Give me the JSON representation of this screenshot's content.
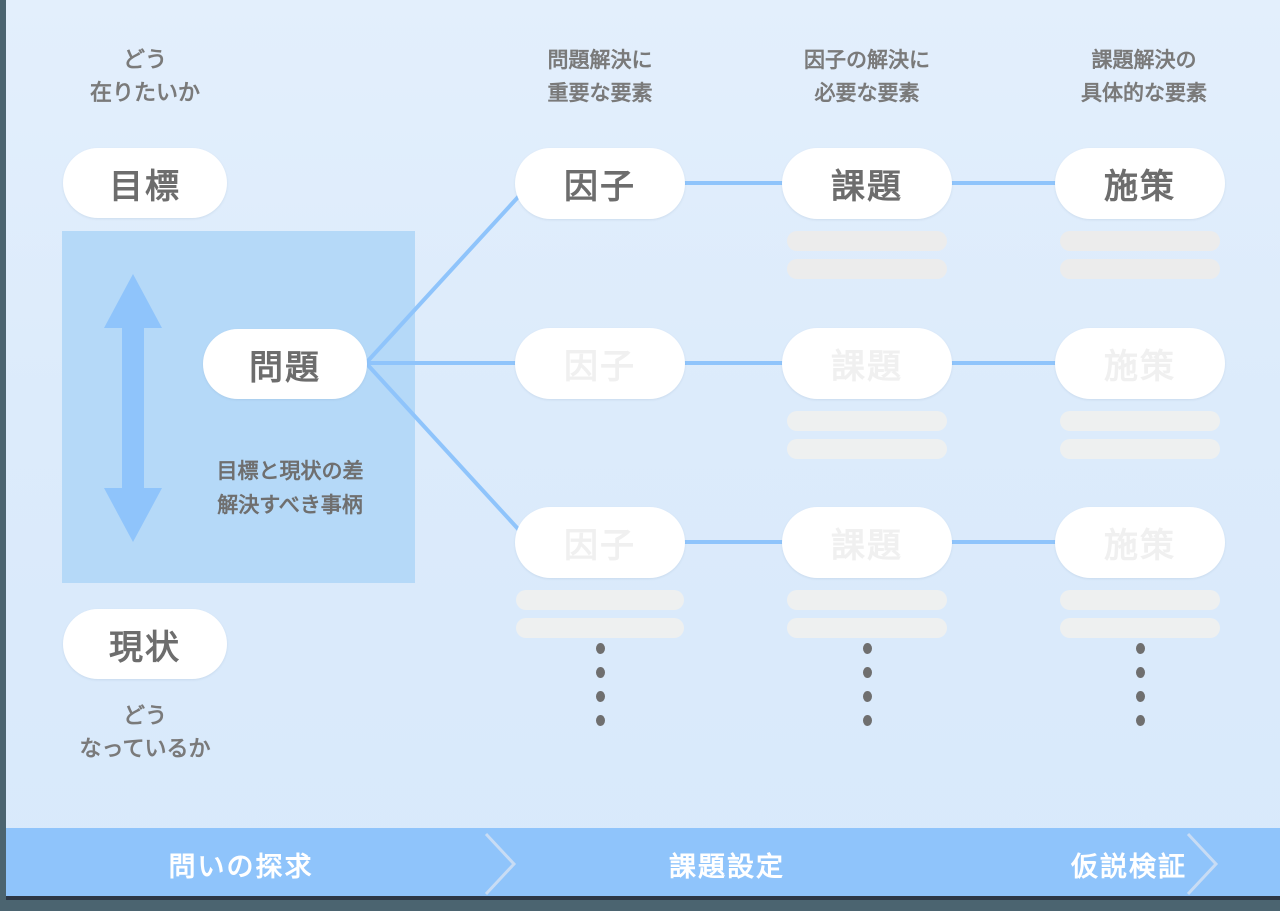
{
  "theme": {
    "background": "#dcebfb",
    "gap_box": "#b5d9f8",
    "accent_line": "#8fc4fb",
    "pill_bg": "#ffffff",
    "text_gray": "#6f6f6f",
    "caption_gray": "#7a7a7a",
    "banner_bg": "#8fc4fb",
    "banner_text": "#ffffff",
    "placeholder_bar": "#ececec",
    "frame": "#4b6470"
  },
  "left": {
    "top_caption": "どう\n在りたいか",
    "goal_label": "目標",
    "problem_label": "問題",
    "gap_caption": "目標と現状の差\n解決すべき事柄",
    "current_label": "現状",
    "bottom_caption": "どう\nなっているか"
  },
  "columns": [
    {
      "key": "factor",
      "caption": "問題解決に\n重要な要素",
      "pill_label": "因子"
    },
    {
      "key": "issue",
      "caption": "因子の解決に\n必要な要素",
      "pill_label": "課題"
    },
    {
      "key": "measure",
      "caption": "課題解決の\n具体的な要素",
      "pill_label": "施策"
    }
  ],
  "rows": [
    {
      "index": 0,
      "state": "active"
    },
    {
      "index": 1,
      "state": "faded"
    },
    {
      "index": 2,
      "state": "faded"
    }
  ],
  "continuation_dots": "4 dots per column",
  "banner": {
    "steps": [
      {
        "label": "問いの探求"
      },
      {
        "label": "課題設定"
      },
      {
        "label": "仮説検証"
      }
    ]
  }
}
